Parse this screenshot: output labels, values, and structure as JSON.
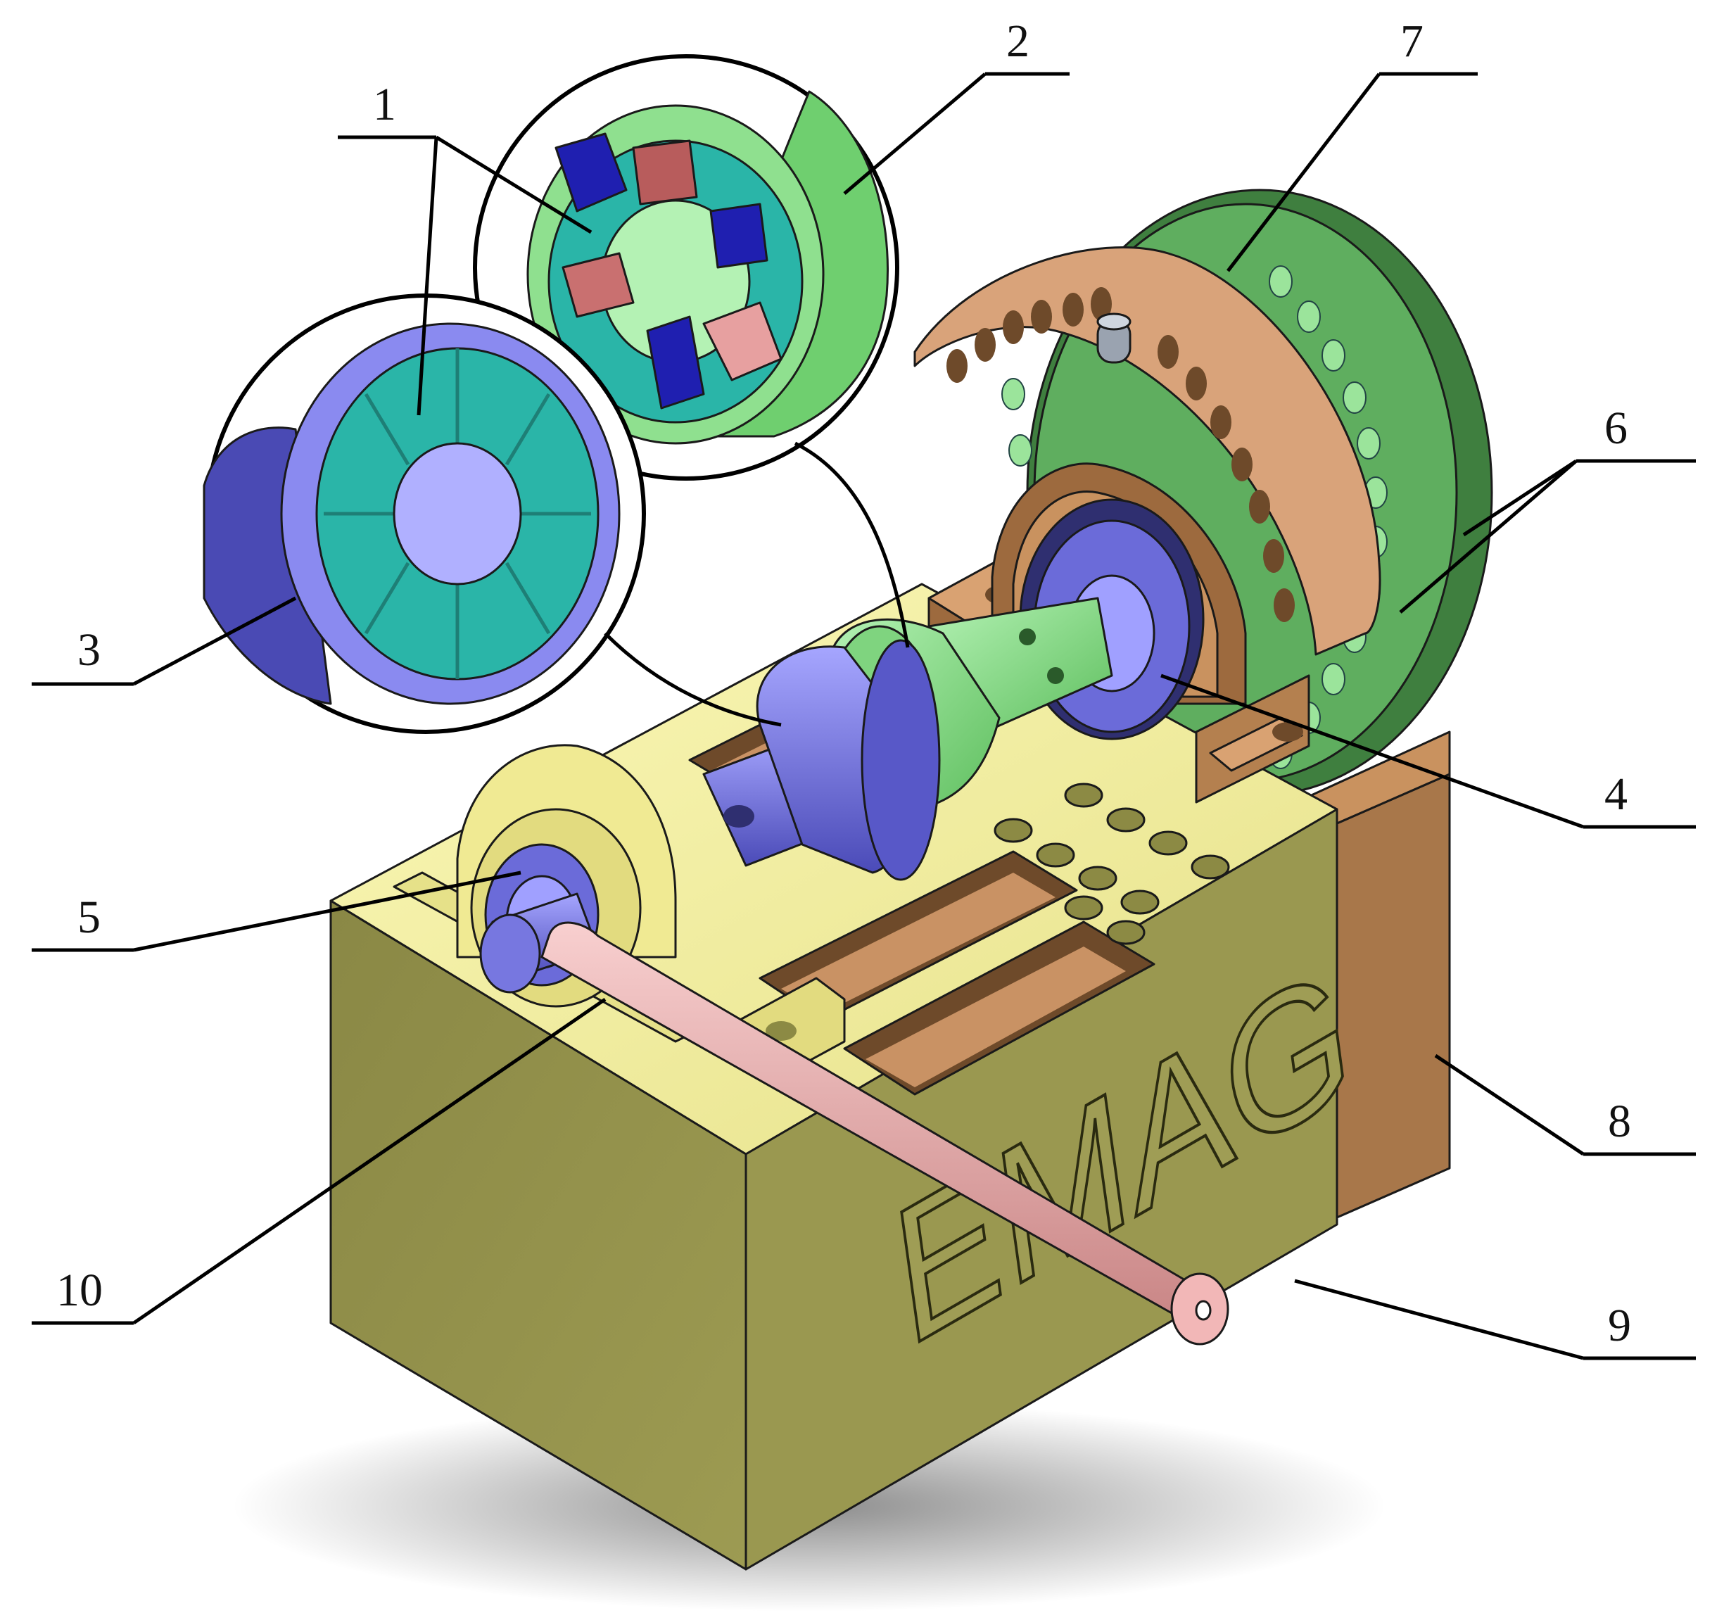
{
  "diagram": {
    "callouts": [
      {
        "id": "1",
        "label": "1"
      },
      {
        "id": "2",
        "label": "2"
      },
      {
        "id": "3",
        "label": "3"
      },
      {
        "id": "4",
        "label": "4"
      },
      {
        "id": "5",
        "label": "5"
      },
      {
        "id": "6",
        "label": "6"
      },
      {
        "id": "7",
        "label": "7"
      },
      {
        "id": "8",
        "label": "8"
      },
      {
        "id": "9",
        "label": "9"
      },
      {
        "id": "10",
        "label": "10"
      }
    ],
    "engraving": "EMAG",
    "colors": {
      "base_top": "#f3ef9a",
      "base_front": "#8f8d47",
      "base_side": "#6f6d36",
      "stator_blue": "#6b6bd9",
      "rotor_green": "#8fe08f",
      "disk_green": "#5fae5f",
      "plate_tan": "#c98f5f",
      "plate_brown": "#8a5a36",
      "rod_pink": "#e9a6a6",
      "magnet_blue": "#1f1fb0",
      "magnet_red": "#b85c5c",
      "teal": "#2ab5a8"
    }
  }
}
